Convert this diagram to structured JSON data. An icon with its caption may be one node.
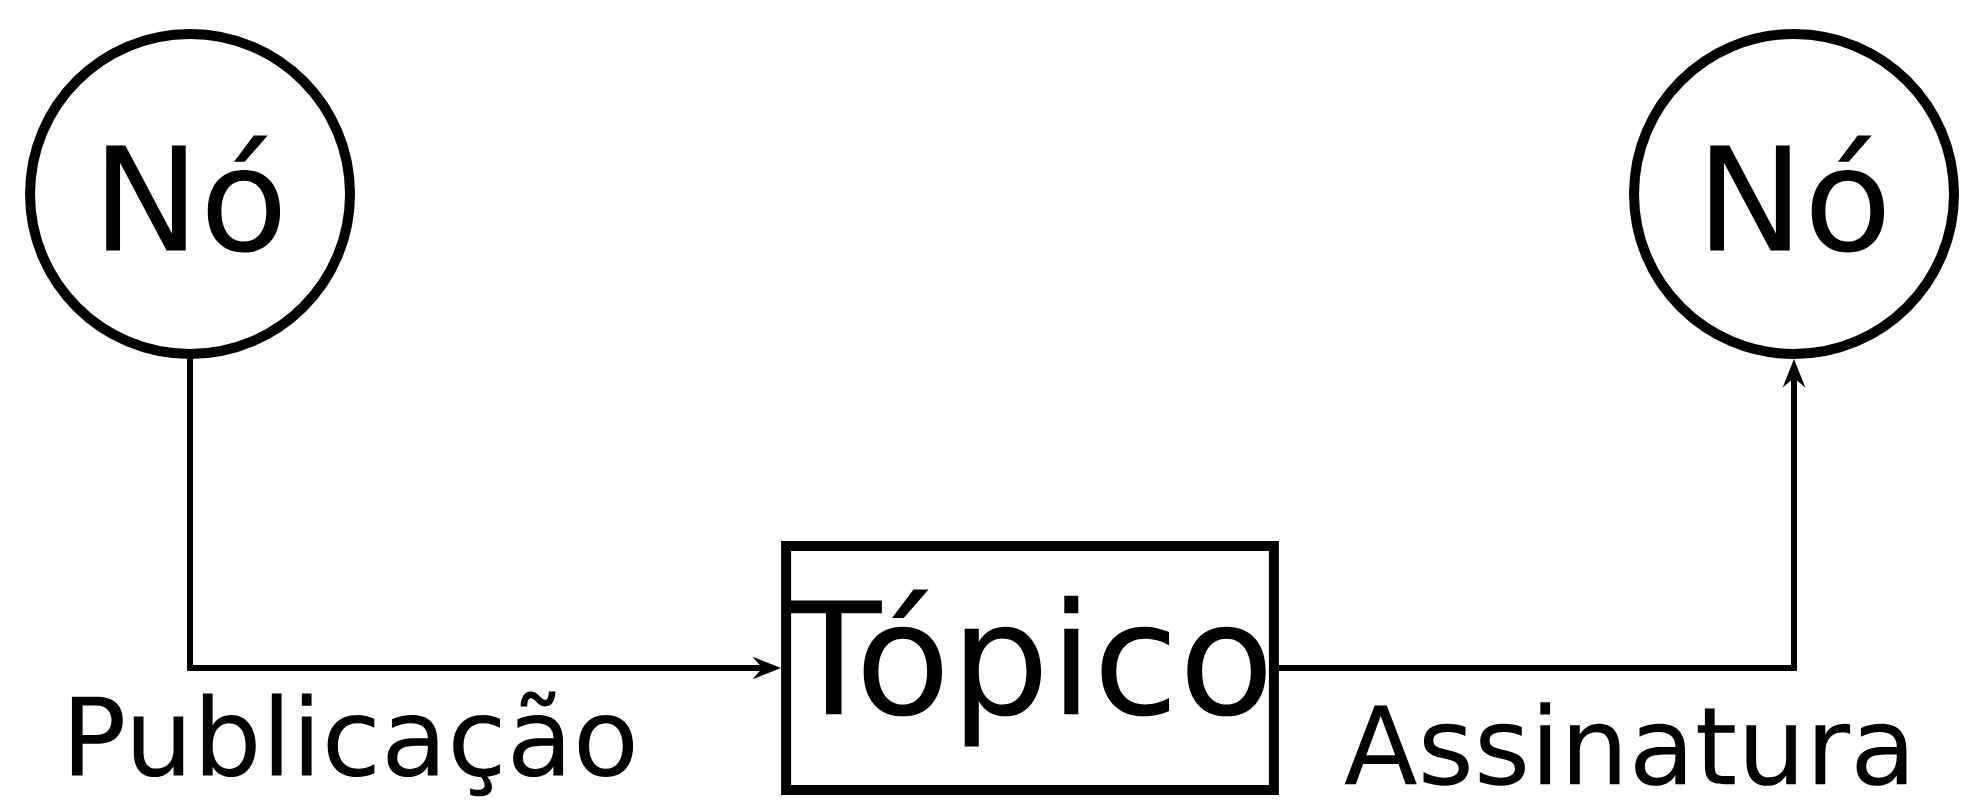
{
  "diagram": {
    "nodes": [
      {
        "text": [
          "Nó"
        ]
      },
      {
        "text": [
          "Tópico"
        ]
      },
      {
        "text": [
          "Nó"
        ]
      }
    ],
    "edges": [
      {
        "from": 0,
        "to": 1,
        "arrow": "to",
        "label": "Publicação"
      },
      {
        "from": 1,
        "to": 2,
        "arrow": "to",
        "label": "Assinatura"
      }
    ]
  }
}
